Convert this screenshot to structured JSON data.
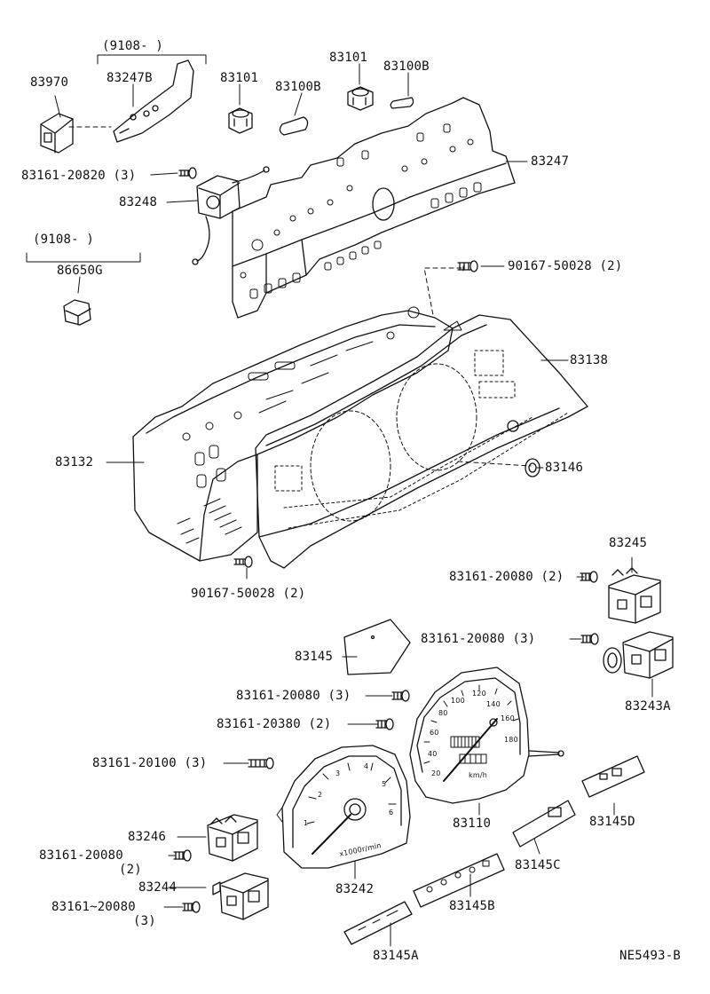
{
  "diagram_id": "NE5493-B",
  "date_codes": {
    "a": "(9108-      )",
    "b": "(9108-      )"
  },
  "parts": {
    "p83970": "83970",
    "p83247B": "83247B",
    "p83101_left": "83101",
    "p83100B_left": "83100B",
    "p83101_right": "83101",
    "p83100B_right": "83100B",
    "p83161_20820": "83161-20820 (3)",
    "p83247": "83247",
    "p83248": "83248",
    "p86650G": "86650G",
    "p90167_top": "90167-50028 (2)",
    "p83138": "83138",
    "p83132": "83132",
    "p83146": "83146",
    "p90167_bottom": "90167-50028 (2)",
    "p83245": "83245",
    "p83161_20080_a": "83161-20080 (2)",
    "p83161_20080_b": "83161-20080 (3)",
    "p83243A": "83243A",
    "p83145": "83145",
    "p83161_20080_c": "83161-20080 (3)",
    "p83161_20380": "83161-20380 (2)",
    "p83161_20100": "83161-20100 (3)",
    "p83110": "83110",
    "p83145D": "83145D",
    "p83246": "83246",
    "p83161_20080_d": "83161-20080",
    "p83161_20080_d_qty": "(2)",
    "p83244": "83244",
    "p83161_20080_e": "83161~20080",
    "p83161_20080_e_qty": "(3)",
    "p83242": "83242",
    "p83145C": "83145C",
    "p83145B": "83145B",
    "p83145A": "83145A"
  },
  "tachometer": {
    "ticks": [
      "1",
      "2",
      "3",
      "4",
      "5",
      "6"
    ],
    "unit": "x1000r/min"
  },
  "speedometer": {
    "ticks": [
      "20",
      "40",
      "60",
      "80",
      "100",
      "120",
      "140",
      "160",
      "180"
    ],
    "unit": "km/h"
  },
  "colors": {
    "ink": "#111111",
    "paper": "#ffffff"
  }
}
